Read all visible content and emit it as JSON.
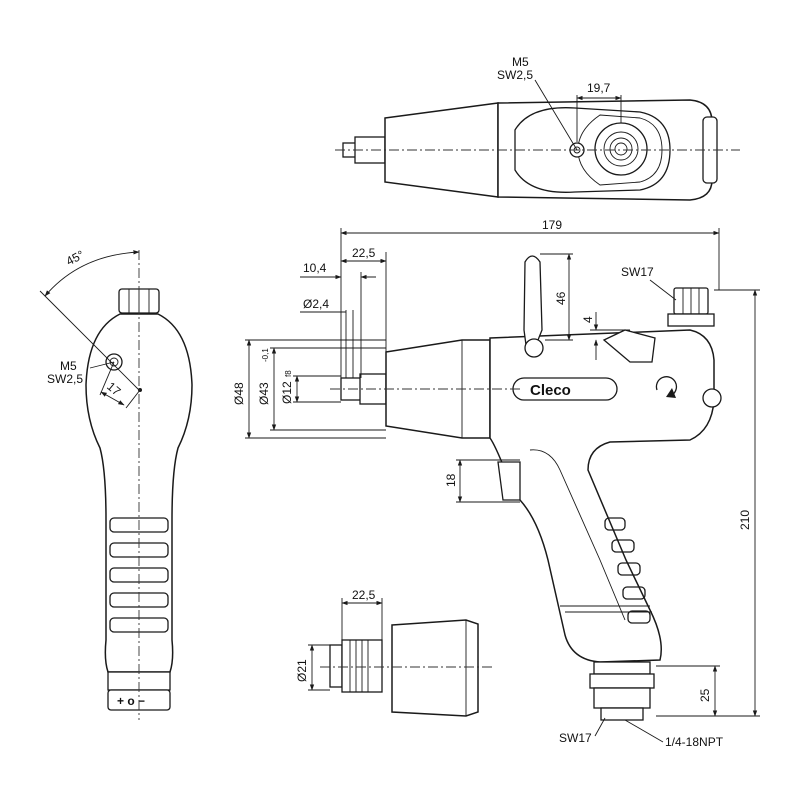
{
  "top_view": {
    "screw_label": "M5",
    "wrench_label": "SW2,5",
    "offset_dim": "19,7"
  },
  "left_view": {
    "angle_dim": "45°",
    "screw_label": "M5",
    "wrench_label": "SW2,5",
    "offset_dim": "17",
    "switch_symbols": "+ o −"
  },
  "main_view": {
    "length_dim": "179",
    "shank_dim": "22,5",
    "tip_dim": "10,4",
    "hole_dim": "Ø2,4",
    "lever_dim": "46",
    "small_dim": "4",
    "body_dim": "Ø48",
    "nose_dim": "Ø43",
    "nose_tol": "-0,1",
    "drive_dim": "Ø12",
    "drive_tol": "f8",
    "trigger_dim": "18",
    "height_dim": "210",
    "inlet_dim": "25",
    "top_wrench": "SW17",
    "bottom_wrench": "SW17",
    "thread": "1/4-18NPT",
    "logo": "Cleco"
  },
  "detail_view": {
    "width_dim": "22,5",
    "diameter_dim": "Ø21"
  }
}
